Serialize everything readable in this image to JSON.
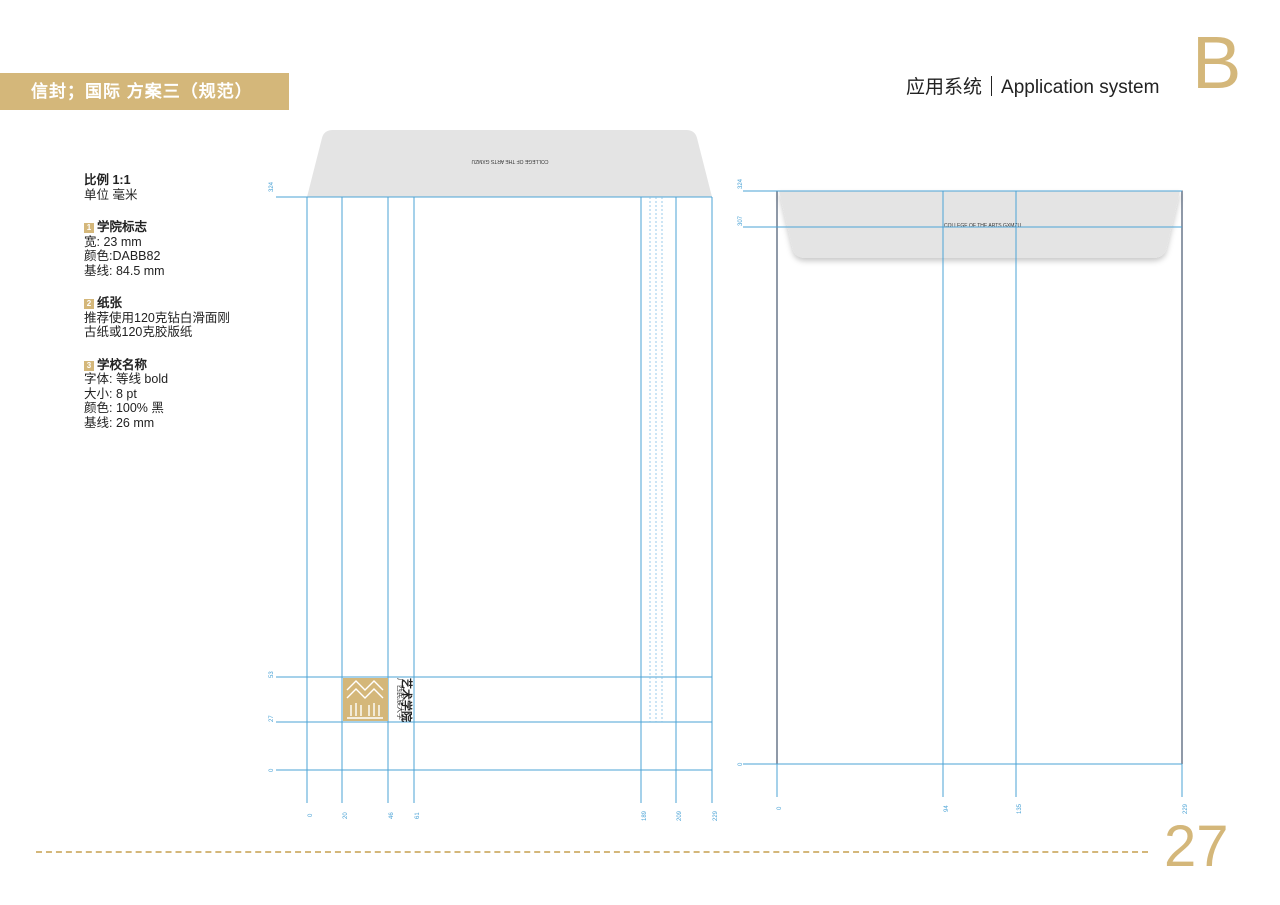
{
  "header": {
    "section_title": "信封；国际 方案三（规范）",
    "app_cn": "应用系统",
    "app_en": "Application system",
    "section_letter": "B"
  },
  "specs": {
    "scale_label": "比例  1:1",
    "unit_label": "单位  毫米",
    "items": [
      {
        "num": "1",
        "title": "学院标志",
        "lines": [
          "宽: 23 mm",
          "颜色:DABB82",
          "基线: 84.5 mm"
        ]
      },
      {
        "num": "2",
        "title": "纸张",
        "lines": [
          "推荐使用120克钻白滑面刚",
          "古纸或120克胶版纸"
        ]
      },
      {
        "num": "3",
        "title": "学校名称",
        "lines": [
          "字体: 等线 bold",
          "大小: 8 pt",
          "颜色: 100% 黑",
          "基线: 26 mm"
        ]
      }
    ]
  },
  "front": {
    "flap_text": "COLLEGE OF THE ARTS GXMZU",
    "logo_cn_top": "广西民族大学",
    "logo_cn_main": "艺术学院",
    "y_ticks": [
      "324",
      "53",
      "27",
      "0"
    ],
    "x_ticks": [
      "0",
      "20",
      "46",
      "61",
      "189",
      "209",
      "229"
    ]
  },
  "back": {
    "flap_text": "COLLEGE OF THE ARTS GXMZU",
    "y_ticks": [
      "324",
      "307",
      "0"
    ],
    "x_ticks": [
      "0",
      "94",
      "135",
      "229"
    ]
  },
  "footer": {
    "page_number": "27"
  },
  "colors": {
    "gold": "#d4b77a",
    "guide_blue": "#4ba3d6",
    "flap_gray": "#e4e4e4"
  }
}
